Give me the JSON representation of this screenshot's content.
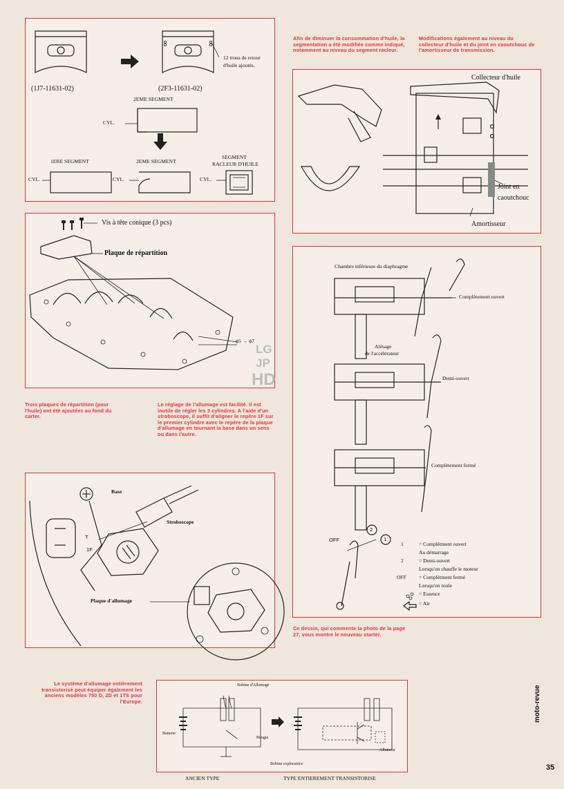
{
  "piston": {
    "holes_note_1": "12 trous de retour",
    "holes_note_2": "d'huile ajoutés.",
    "old_ref": "(1J7-11631-02)",
    "new_ref": "(2F3-11631-02)",
    "second_segment_top": "2EME SEGMENT",
    "cyl": "CYL.",
    "first_segment": "1ERE SEGMENT",
    "second_segment": "2EME SEGMENT",
    "oil_ring_1": "SEGMENT",
    "oil_ring_2": "RACLEUR D'HUILE"
  },
  "captions": {
    "segmentation": "Afin de diminuer la consommation d'huile, la segmentation a été modifiée comme indiqué, notamment au niveau du segment racleur.",
    "collector": "Modifications également au niveau du collecteur d'huile et du joint en caoutchouc de l'amortisseur de transmission.",
    "plates": "Trois plaques de répartition (pour l'huile) ont été ajoutées au fond du carter.",
    "ignition": "Le réglage de l'allumage est facilité. Il est inutile de régler les 3 cylindres. A l'aide d'un stroboscope, il suffit d'aligner le repère 1F sur le premier cylindre avec le repère de la plaque d'allumage en tournant la base dans un sens ou dans l'autre.",
    "starter": "Ce dessin, qui commente la photo de la page 27, vous montre le nouveau starter.",
    "transistor": "Le système d'allumage entièrement transistorisé peut équiper également les anciens modèles 750 D, 2D et 1TS pour l'Europe."
  },
  "collector_diagram": {
    "collector": "Collecteur d'huile",
    "seal_1": "Joint en",
    "seal_2": "caoutchouc",
    "damper": "Amortisseur"
  },
  "crankcase_diagram": {
    "screws": "Vis à tête conique (3 pcs)",
    "plate": "Plaque de répartition",
    "diameter": "ϕ5 → ϕ7"
  },
  "ignition_diagram": {
    "base": "Base",
    "strobe": "Stroboscope",
    "plate": "Plaque d'allumage",
    "mark_t": "T",
    "mark_1f": "1F"
  },
  "carb_diagram": {
    "chamber": "Chambre inférieure du diaphragme",
    "fully_open": "Complètement ouvert",
    "bore_1": "Alésage",
    "bore_2": "de l'accélérateur",
    "half_open": "Demi-ouvert",
    "fully_closed": "Complètement fermé",
    "off": "OFF",
    "mark_1": "1",
    "mark_2": "2",
    "legend": [
      {
        "key": "1",
        "text": "= Complètment ouvert"
      },
      {
        "key": "",
        "text": "Au démarrage"
      },
      {
        "key": "2",
        "text": "= Demi-ouvert"
      },
      {
        "key": "",
        "text": "Lorsqu'on chauffe le moteur"
      },
      {
        "key": "OFF",
        "text": "= Complètment fermé"
      },
      {
        "key": "",
        "text": "Lorsqu'on roule"
      },
      {
        "key": "",
        "text": "= Essence"
      },
      {
        "key": "",
        "text": "= Air"
      }
    ]
  },
  "circuit": {
    "coil": "Bobine d'Allumage",
    "battery": "Batterie",
    "plug": "Bougie",
    "exciter": "Bobine exploratrice",
    "distributor": "Allumeur",
    "old_type": "ANCIEN TYPE",
    "new_type": "TYPE ENTIEREMENT TRANSISTORISE"
  },
  "footer": {
    "magazine": "moto-revue",
    "page": "35"
  },
  "watermark": {
    "line1": "LG",
    "line2": "JP",
    "line3": "HD"
  }
}
